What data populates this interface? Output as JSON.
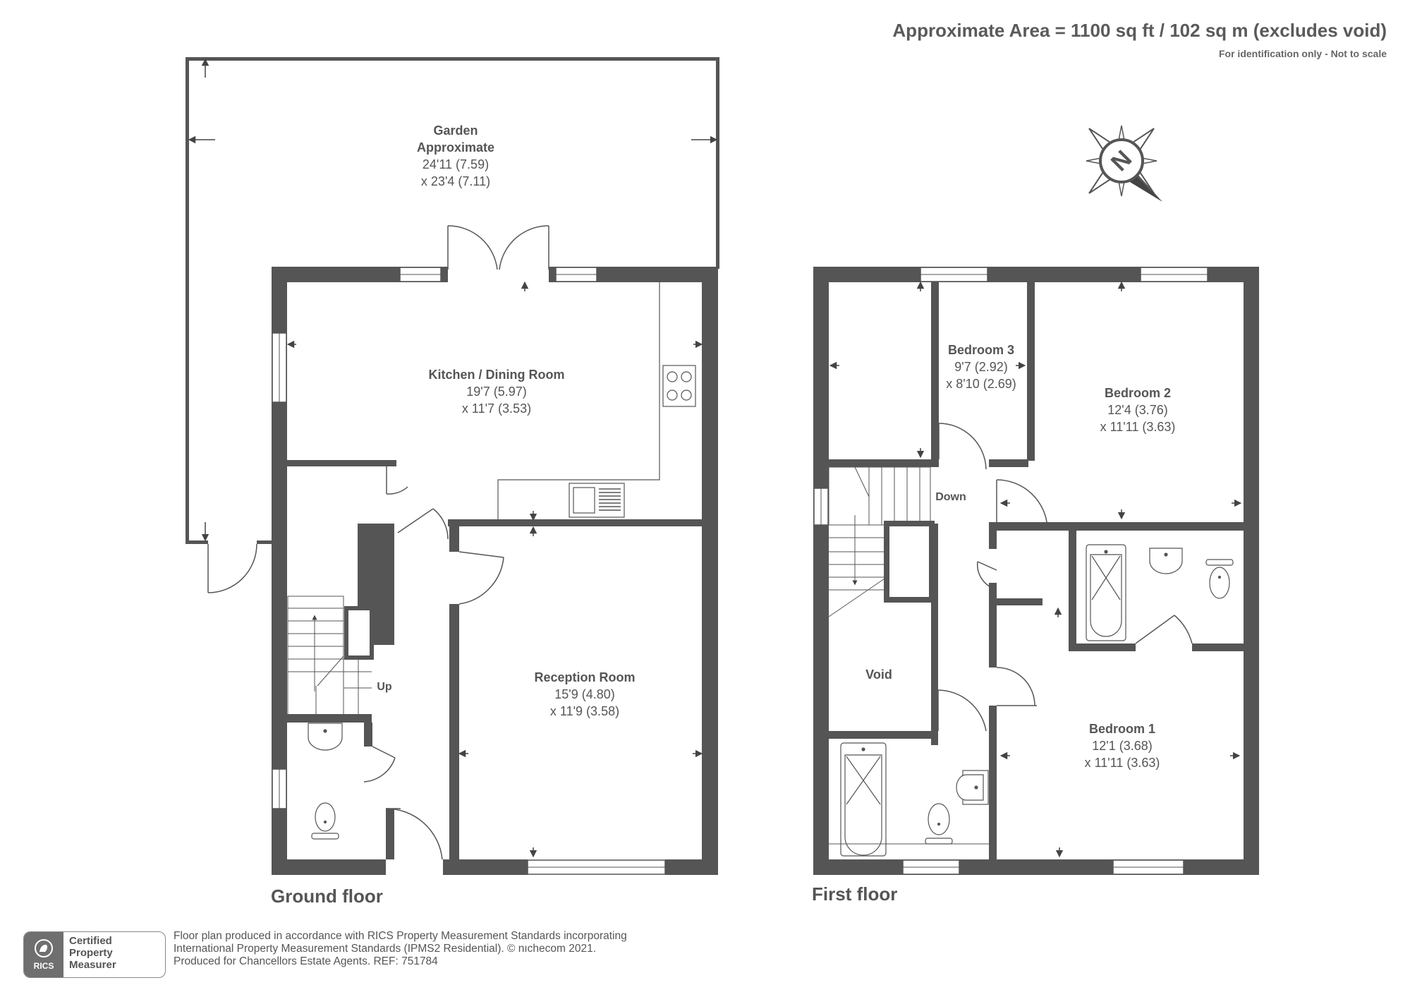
{
  "header": {
    "area": "Approximate Area = 1100 sq ft / 102 sq m (excludes void)",
    "note": "For identification only - Not to scale"
  },
  "compass": {
    "letter": "N"
  },
  "ground_floor": {
    "label": "Ground floor",
    "garden": {
      "name": "Garden",
      "name2": "Approximate",
      "dim1": "24'11 (7.59)",
      "dim2": "x 23'4 (7.11)"
    },
    "kitchen": {
      "name": "Kitchen / Dining Room",
      "dim1": "19'7 (5.97)",
      "dim2": "x 11'7 (3.53)"
    },
    "reception": {
      "name": "Reception Room",
      "dim1": "15'9 (4.80)",
      "dim2": "x 11'9 (3.58)"
    },
    "stairs_label": "Up"
  },
  "first_floor": {
    "label": "First floor",
    "bedroom3": {
      "name": "Bedroom 3",
      "dim1": "9'7 (2.92)",
      "dim2": "x 8'10 (2.69)"
    },
    "bedroom2": {
      "name": "Bedroom 2",
      "dim1": "12'4 (3.76)",
      "dim2": "x 11'11 (3.63)"
    },
    "bedroom1": {
      "name": "Bedroom 1",
      "dim1": "12'1 (3.68)",
      "dim2": "x 11'11 (3.63)"
    },
    "void": "Void",
    "stairs_label": "Down"
  },
  "footer": {
    "badge": {
      "brand": "RICS",
      "line1": "Certified",
      "line2": "Property",
      "line3": "Measurer"
    },
    "line1": "Floor plan produced in accordance with RICS Property Measurement Standards incorporating",
    "line2": "International Property Measurement Standards (IPMS2 Residential).   © nıchecom 2021.",
    "line3": "Produced for Chancellors Estate Agents.   REF:  751784"
  },
  "colors": {
    "wall": "#555555",
    "line": "#5a5a5a",
    "text": "#555555"
  }
}
